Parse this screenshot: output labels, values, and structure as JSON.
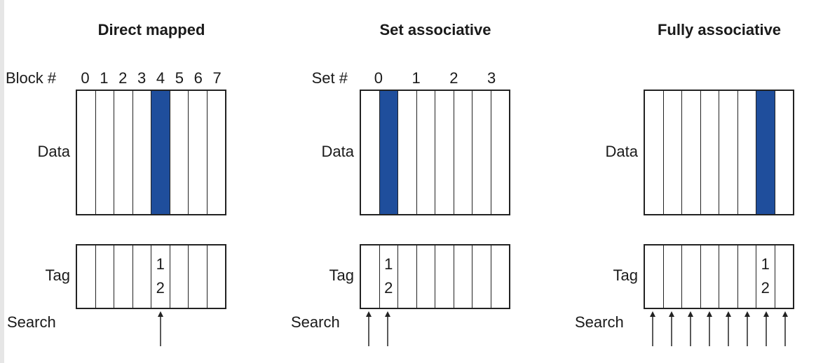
{
  "direct_mapped": {
    "title": "Direct mapped",
    "index_label": "Block #",
    "indices": [
      "0",
      "1",
      "2",
      "3",
      "4",
      "5",
      "6",
      "7"
    ],
    "data_label": "Data",
    "tag_label": "Tag",
    "search_label": "Search",
    "highlight_cell": 4,
    "tag_cell": 4,
    "tag_values": [
      "1",
      "2"
    ],
    "search_arrows": [
      4
    ]
  },
  "set_associative": {
    "title": "Set associative",
    "index_label": "Set #",
    "indices": [
      "0",
      "1",
      "2",
      "3"
    ],
    "data_label": "Data",
    "tag_label": "Tag",
    "search_label": "Search",
    "highlight_cell": 1,
    "tag_cell": 1,
    "tag_values": [
      "1",
      "2"
    ],
    "search_arrows": [
      0,
      1
    ]
  },
  "fully_associative": {
    "title": "Fully associative",
    "data_label": "Data",
    "tag_label": "Tag",
    "search_label": "Search",
    "highlight_cell": 6,
    "tag_cell": 6,
    "tag_values": [
      "1",
      "2"
    ],
    "search_arrows": [
      0,
      1,
      2,
      3,
      4,
      5,
      6,
      7
    ]
  },
  "colors": {
    "highlight": "#1f4e9c",
    "line": "#222222"
  }
}
